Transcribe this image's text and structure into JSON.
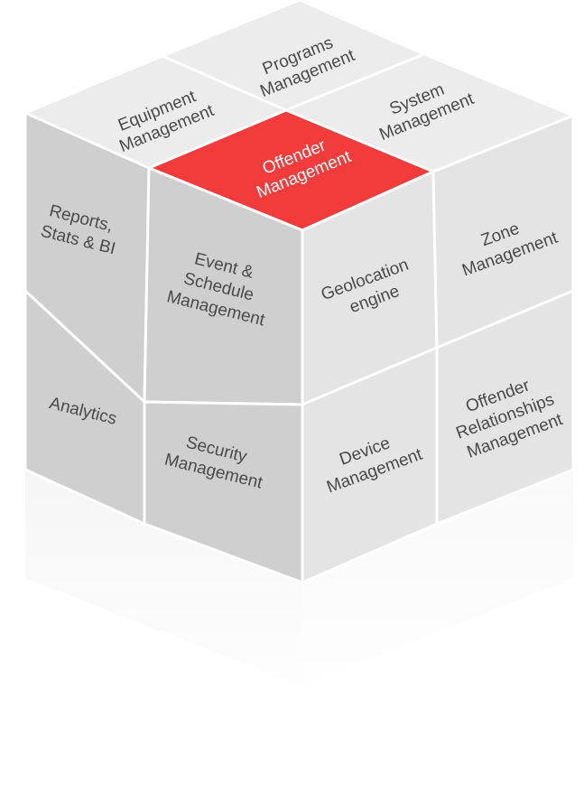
{
  "colors": {
    "highlight": "#f23b3b",
    "face_top": "#ececec",
    "face_left": "#cfcfcf",
    "face_right": "#e4e4e4",
    "seam": "#ffffff",
    "text": "#4a4a4a",
    "text_on_highlight": "#ffffff"
  },
  "top_face": {
    "programs": [
      "Programs",
      "Management"
    ],
    "equipment": [
      "Equipment",
      "Management"
    ],
    "system": [
      "System",
      "Management"
    ],
    "offender": [
      "Offender",
      "Management"
    ]
  },
  "left_face": {
    "reports": [
      "Reports,",
      "Stats & BI"
    ],
    "event": [
      "Event &",
      "Schedule",
      "Management"
    ],
    "analytics": [
      "Analytics"
    ],
    "security": [
      "Security",
      "Management"
    ]
  },
  "right_face": {
    "geolocation": [
      "Geolocation",
      "engine"
    ],
    "zone": [
      "Zone",
      "Management"
    ],
    "device": [
      "Device",
      "Management"
    ],
    "relationships": [
      "Offender",
      "Relationships",
      "Management"
    ]
  },
  "highlighted_cell": "offender"
}
